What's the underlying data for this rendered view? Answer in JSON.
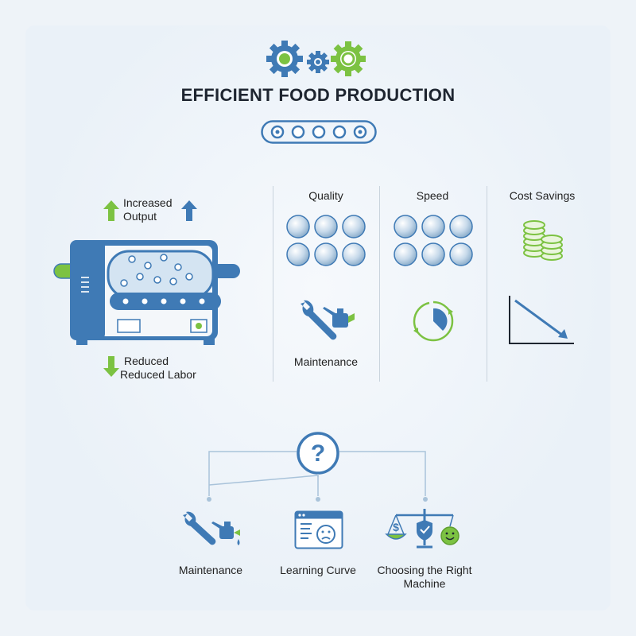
{
  "title": "EFFICIENT FOOD PRODUCTION",
  "colors": {
    "blue": "#3f7ab5",
    "green": "#7cc242",
    "dark": "#1e2530"
  },
  "machine": {
    "increased_label_1": "Increased",
    "increased_label_2": "Output",
    "reduced_label_1": "Reduced",
    "reduced_label_2": "Reduced Labor"
  },
  "columns": [
    {
      "header": "Quality",
      "footer": "Maintenance"
    },
    {
      "header": "Speed",
      "footer": ""
    },
    {
      "header": "Cost Savings",
      "footer": ""
    }
  ],
  "bottom": {
    "items": [
      {
        "label": "Maintenance"
      },
      {
        "label": "Learning Curve"
      },
      {
        "label_1": "Choosing the Right",
        "label_2": "Machine"
      }
    ]
  }
}
